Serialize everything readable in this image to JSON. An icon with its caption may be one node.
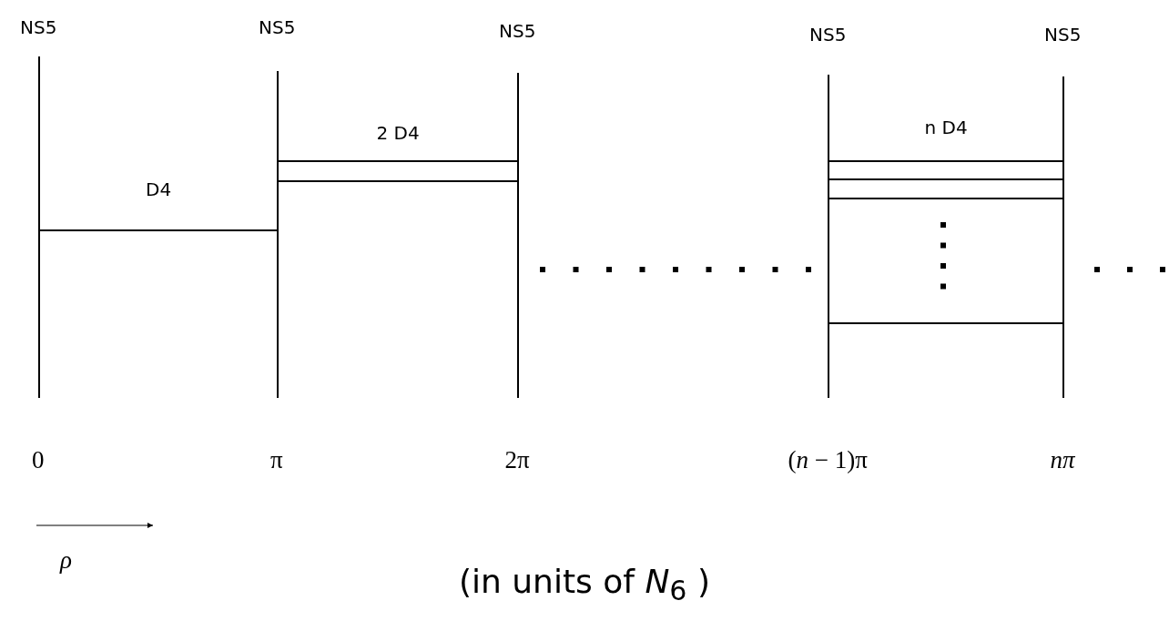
{
  "diagram": {
    "caption": "(in units of *N*$_{6}$ )",
    "nodes": [
      {
        "text": [
          "NS5"
        ],
        "beside": [
          "0"
        ]
      },
      {
        "text": [
          "NS5"
        ],
        "beside": [
          "π"
        ]
      },
      {
        "text": [
          "NS5"
        ],
        "beside": [
          "2π"
        ]
      },
      {
        "text": [
          "NS5"
        ],
        "beside": [
          "(*n* − 1)π"
        ]
      },
      {
        "text": [
          "NS5"
        ],
        "beside": [
          "*nπ*"
        ]
      }
    ],
    "edges": [
      {
        "from": 0,
        "to": 1,
        "arrow": "none",
        "label": "D4"
      },
      {
        "from": 1,
        "to": 2,
        "arrow": "none",
        "label": "2 D4"
      },
      {
        "from": 1,
        "to": 2,
        "arrow": "none"
      },
      {
        "from": 3,
        "to": 4,
        "arrow": "none",
        "label": "n D4"
      },
      {
        "from": 3,
        "to": 4,
        "arrow": "none"
      },
      {
        "from": 3,
        "to": 4,
        "arrow": "none"
      },
      {
        "from": 3,
        "to": 4,
        "arrow": "none"
      }
    ],
    "labels": [
      "ρ"
    ]
  }
}
